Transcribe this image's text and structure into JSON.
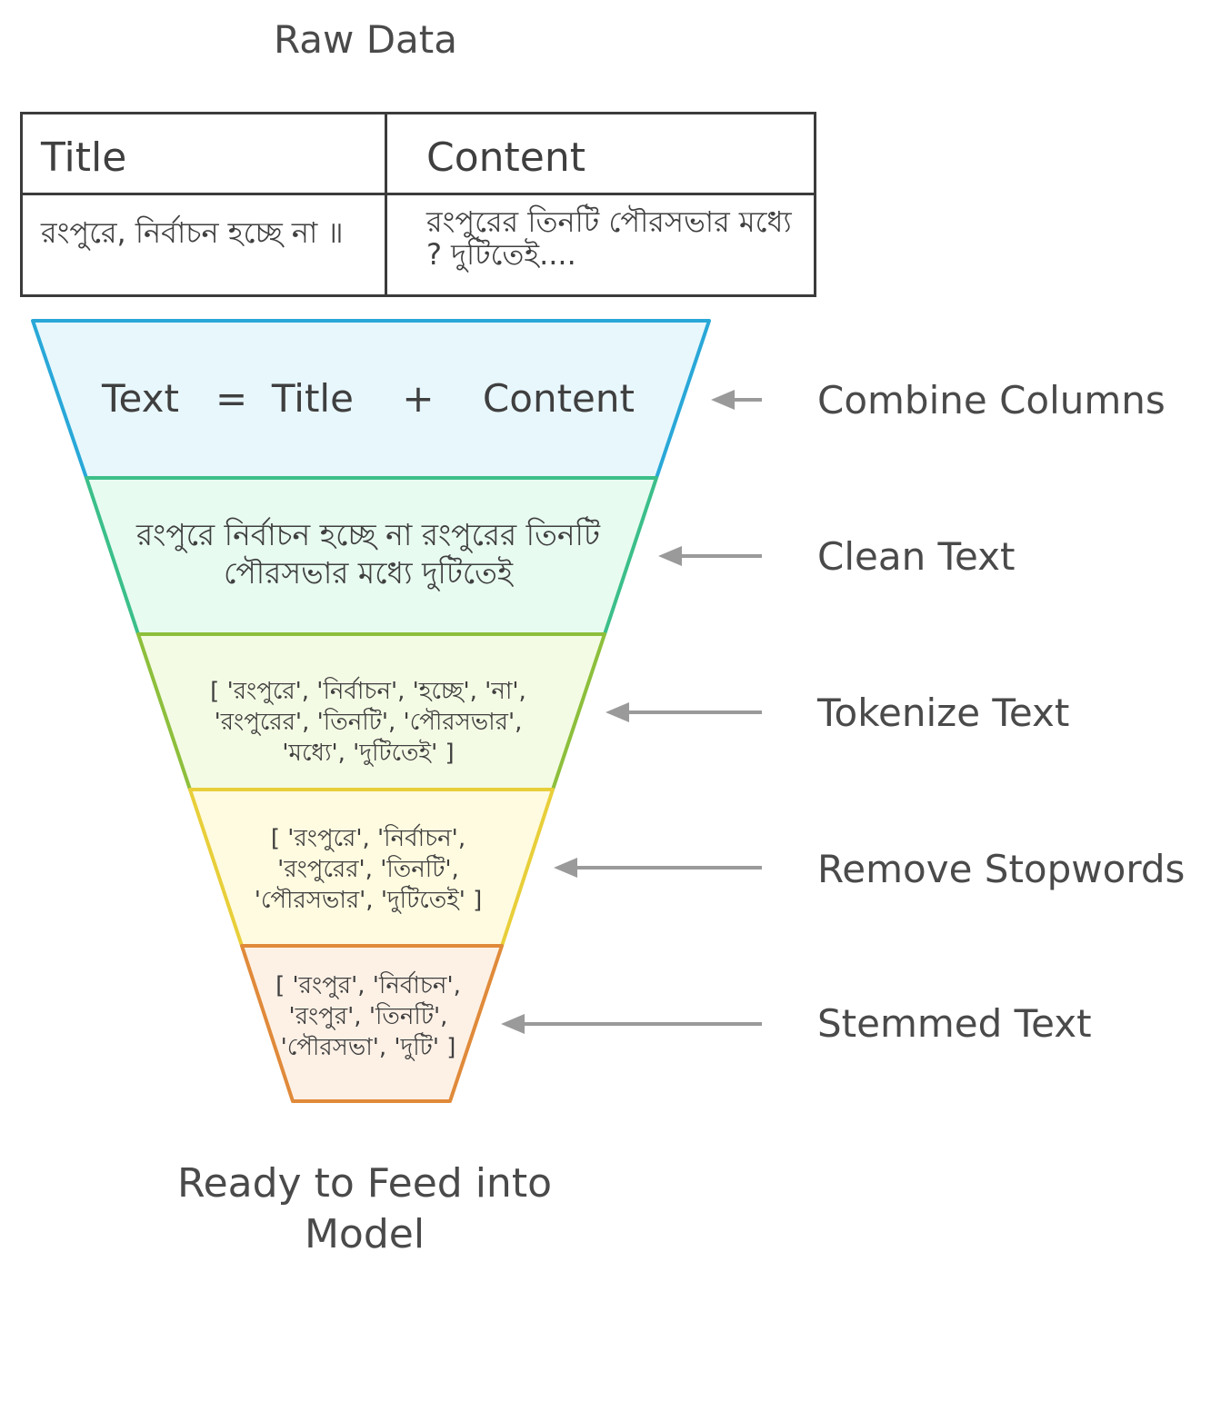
{
  "header": {
    "title": "Raw Data"
  },
  "table": {
    "headers": [
      "Title",
      "Content"
    ],
    "row": [
      "রংপুরে, নির্বাচন হচ্ছে না ॥",
      "রংপুরের তিনটি পৌরসভার মধ্যে ? দুটিতেই...."
    ]
  },
  "funnel": {
    "stages": [
      {
        "text": "Text   =  Title    +    Content",
        "label": "Combine Columns",
        "fill": "#e8f7fc",
        "stroke": "#29a8d8"
      },
      {
        "text": "রংপুরে নির্বাচন হচ্ছে না রংপুরের তিনটি পৌরসভার মধ্যে দুটিতেই",
        "label": "Clean Text",
        "fill": "#e8fbf1",
        "stroke": "#3cbf8a"
      },
      {
        "text": "[ 'রংপুরে',  'নির্বাচন',  'হচ্ছে',  'না', 'রংপুরের',  'তিনটি',  'পৌরসভার', 'মধ্যে',  'দুটিতেই'  ]",
        "label": "Tokenize Text",
        "fill": "#f4fbe4",
        "stroke": "#8dbf3c"
      },
      {
        "text": "[ 'রংপুরে',  'নির্বাচন', 'রংপুরের',  'তিনটি', 'পৌরসভার', 'দুটিতেই'  ]",
        "label": "Remove Stopwords",
        "fill": "#fffbe0",
        "stroke": "#e8cf3a"
      },
      {
        "text": "[ 'রংপুর',  'নির্বাচন', 'রংপুর',  'তিনটি', 'পৌরসভা', 'দুটি'  ]",
        "label": "Stemmed Text",
        "fill": "#fdf1e6",
        "stroke": "#e08a3a"
      }
    ],
    "arrow_color": "#9a9a9a",
    "output": "Ready to Feed into Model"
  }
}
